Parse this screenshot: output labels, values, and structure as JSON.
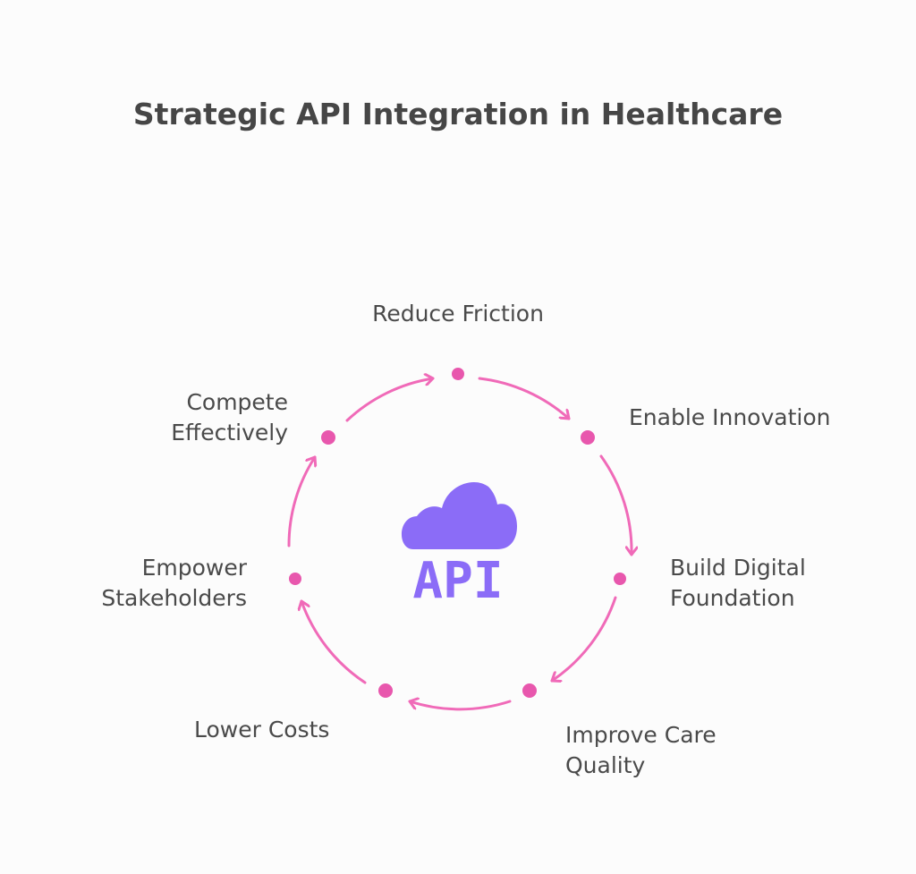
{
  "title": "Strategic API Integration in Healthcare",
  "center": {
    "icon": "cloud-api-icon",
    "text": "API",
    "color": "#8b6cf7"
  },
  "colors": {
    "arrow": "#f06ab8",
    "node": "#e857ad",
    "text": "#4a4a4a"
  },
  "steps": [
    {
      "lines": [
        "Reduce Friction"
      ]
    },
    {
      "lines": [
        "Enable Innovation"
      ]
    },
    {
      "lines": [
        "Build Digital",
        "Foundation"
      ]
    },
    {
      "lines": [
        "Improve Care",
        "Quality"
      ]
    },
    {
      "lines": [
        "Lower Costs"
      ]
    },
    {
      "lines": [
        "Empower",
        "Stakeholders"
      ]
    },
    {
      "lines": [
        "Compete",
        "Effectively"
      ]
    }
  ]
}
